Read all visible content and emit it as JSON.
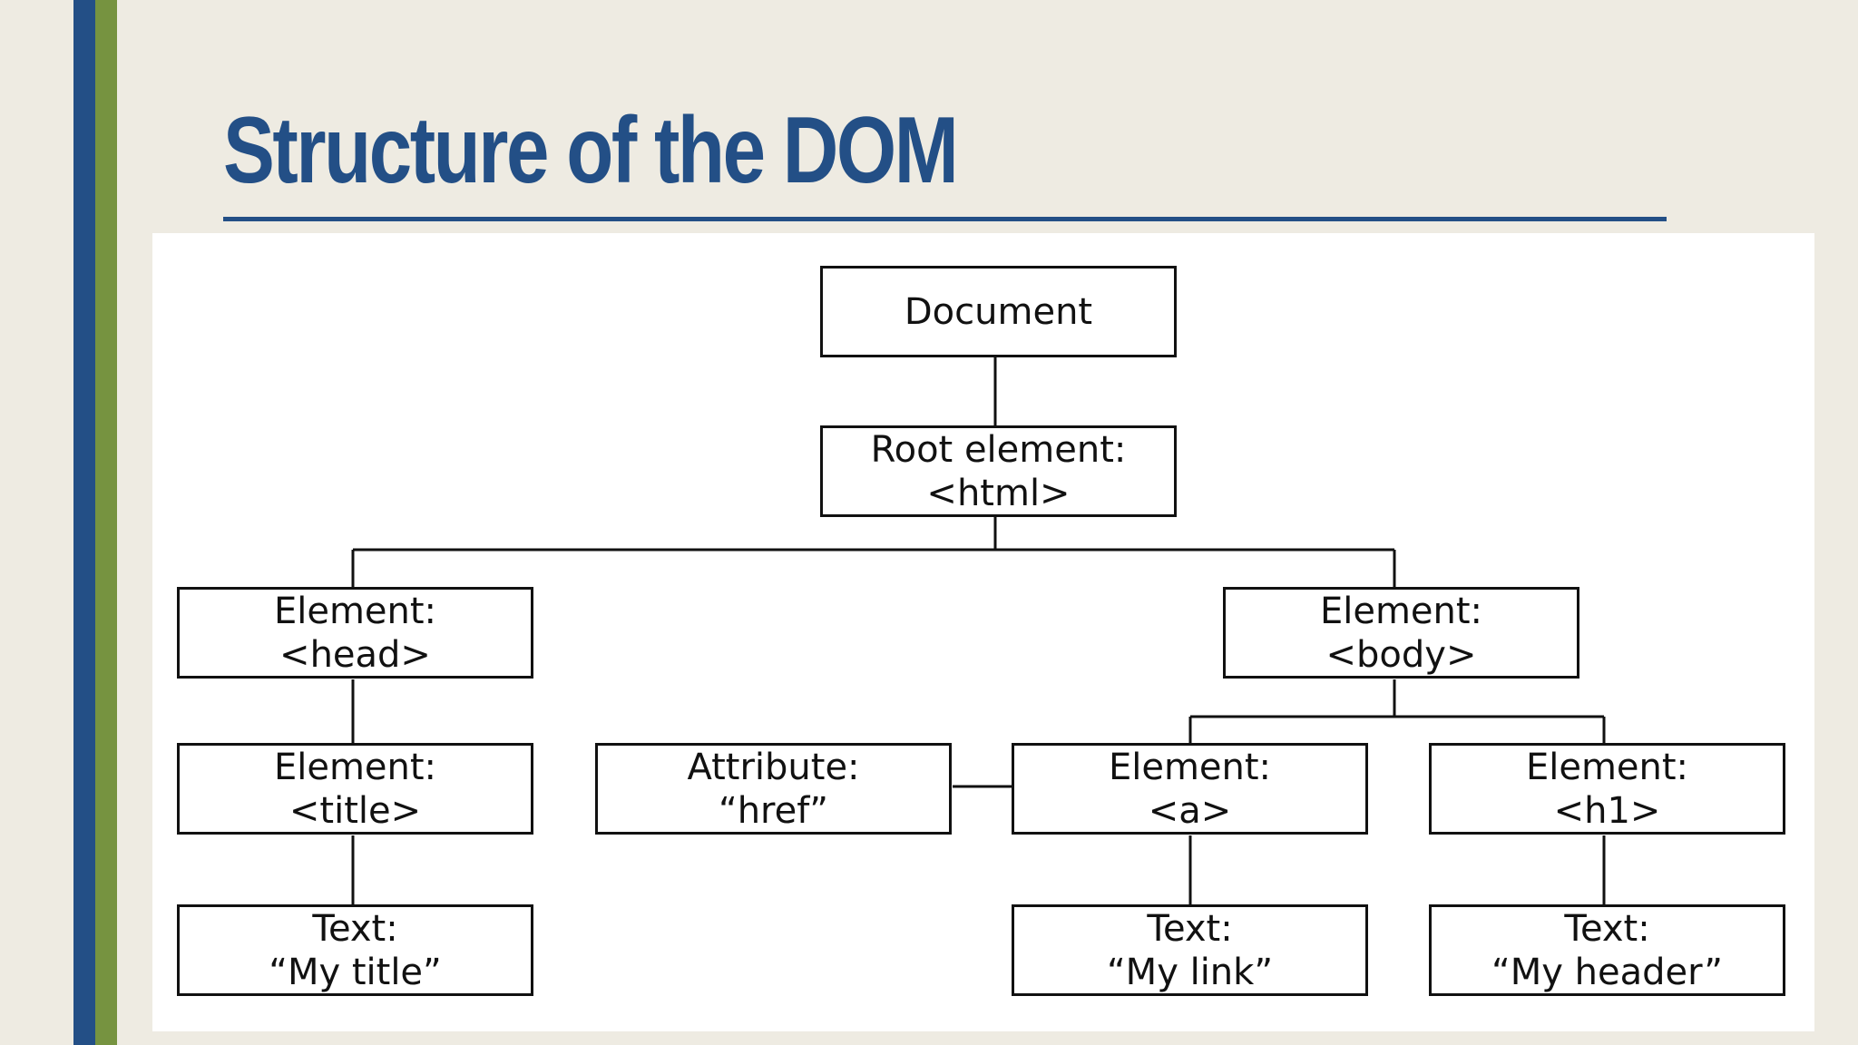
{
  "slide": {
    "title": "Structure of the DOM",
    "colors": {
      "accent_blue": "#234F86",
      "accent_green": "#769340",
      "background": "#EEEBE2",
      "panel": "#FFFFFF"
    }
  },
  "diagram": {
    "nodes": {
      "document": {
        "line1": "Document"
      },
      "root": {
        "line1": "Root element:",
        "line2": "<html>"
      },
      "head": {
        "line1": "Element:",
        "line2": "<head>"
      },
      "body": {
        "line1": "Element:",
        "line2": "<body>"
      },
      "title": {
        "line1": "Element:",
        "line2": "<title>"
      },
      "attribute": {
        "line1": "Attribute:",
        "line2": "“href”"
      },
      "a": {
        "line1": "Element:",
        "line2": "<a>"
      },
      "h1": {
        "line1": "Element:",
        "line2": "<h1>"
      },
      "text_title": {
        "line1": "Text:",
        "line2": "“My title”"
      },
      "text_link": {
        "line1": "Text:",
        "line2": "“My link”"
      },
      "text_header": {
        "line1": "Text:",
        "line2": "“My header”"
      }
    },
    "edges": [
      [
        "document",
        "root"
      ],
      [
        "root",
        "head"
      ],
      [
        "root",
        "body"
      ],
      [
        "head",
        "title"
      ],
      [
        "title",
        "text_title"
      ],
      [
        "body",
        "a"
      ],
      [
        "body",
        "h1"
      ],
      [
        "a",
        "attribute"
      ],
      [
        "a",
        "text_link"
      ],
      [
        "h1",
        "text_header"
      ]
    ]
  }
}
